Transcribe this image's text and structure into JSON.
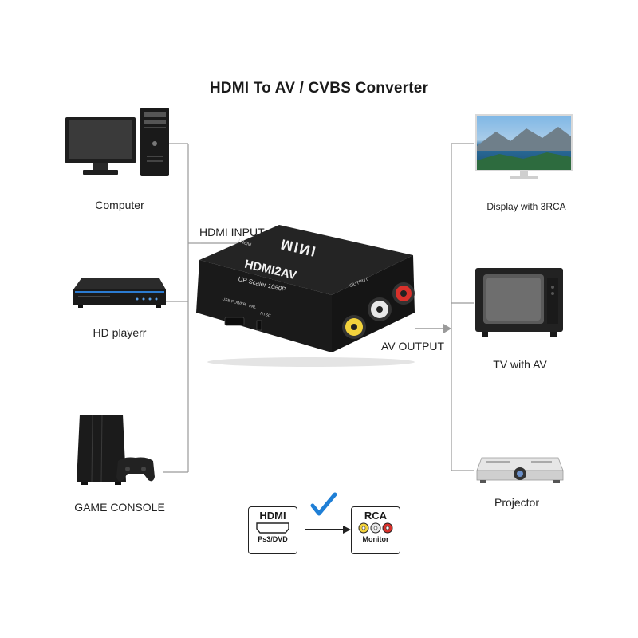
{
  "title": "HDMI To AV / CVBS Converter",
  "sources": [
    {
      "label": "Computer",
      "icon": "computer-icon"
    },
    {
      "label": "HD playerr",
      "icon": "blu-ray-player-icon"
    },
    {
      "label": "GAME CONSOLE",
      "icon": "game-console-icon"
    }
  ],
  "outputs": [
    {
      "label": "Display with 3RCA",
      "icon": "display-icon"
    },
    {
      "label": "TV with AV",
      "icon": "crt-tv-icon"
    },
    {
      "label": "Projector",
      "icon": "projector-icon"
    }
  ],
  "device": {
    "brand": "MINI",
    "model": "HDMI2AV",
    "subtitle": "UP Scaler 1080P",
    "input_port_label": "INPUT",
    "output_port_label": "OUTPUT",
    "usb_label": "USB POWER",
    "pal_label": "PAL",
    "ntsc_label": "NTSC"
  },
  "connections": {
    "input_label": "HDMI INPUT",
    "output_label": "AV OUTPUT"
  },
  "legend": {
    "hdmi_title": "HDMI",
    "hdmi_sub": "Ps3/DVD",
    "rca_title": "RCA",
    "rca_sub": "Monitor"
  },
  "colors": {
    "device_body": "#1c1c1c",
    "rca_yellow": "#f2d23c",
    "rca_white": "#e8e8e8",
    "rca_red": "#d9312b",
    "check_blue": "#1f7fd6",
    "line_gray": "#9a9a9a"
  }
}
